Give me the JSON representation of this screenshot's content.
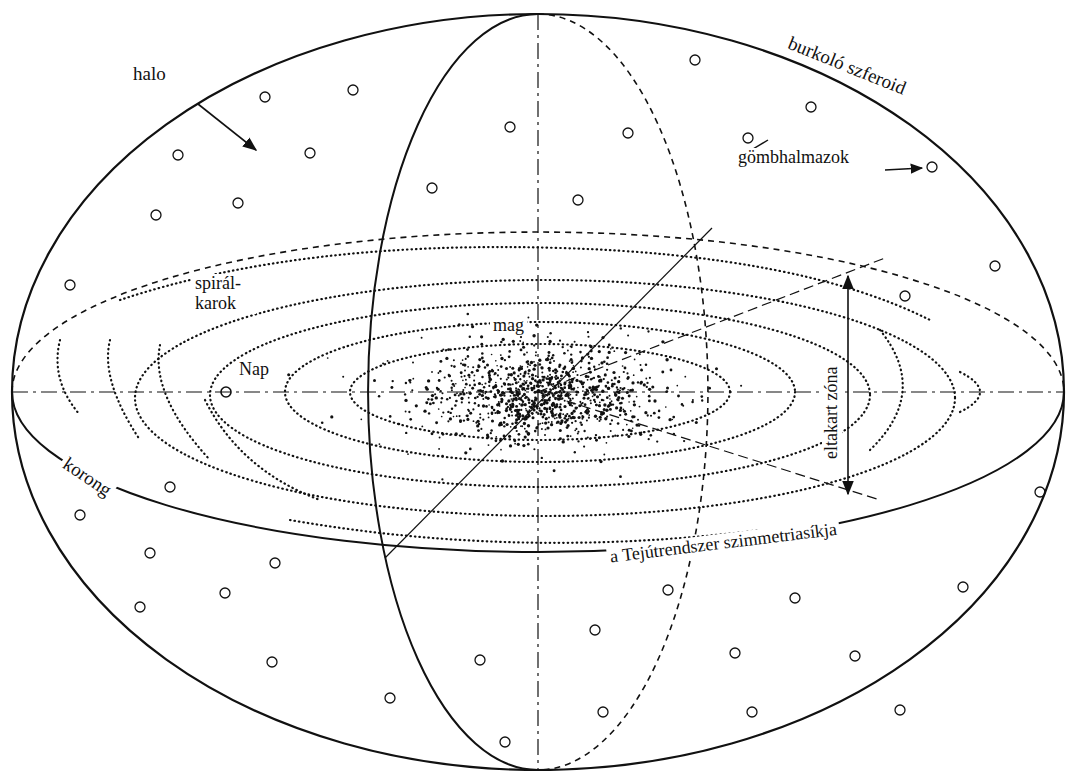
{
  "diagram": {
    "labels": [
      "burkoló szferoid",
      "halo",
      "gömbhalmazok",
      "spirál- karok",
      "Nap",
      "mag",
      "eltakart zóna",
      "korong",
      "a Tejútrendszer szimmetriasíkja"
    ]
  }
}
